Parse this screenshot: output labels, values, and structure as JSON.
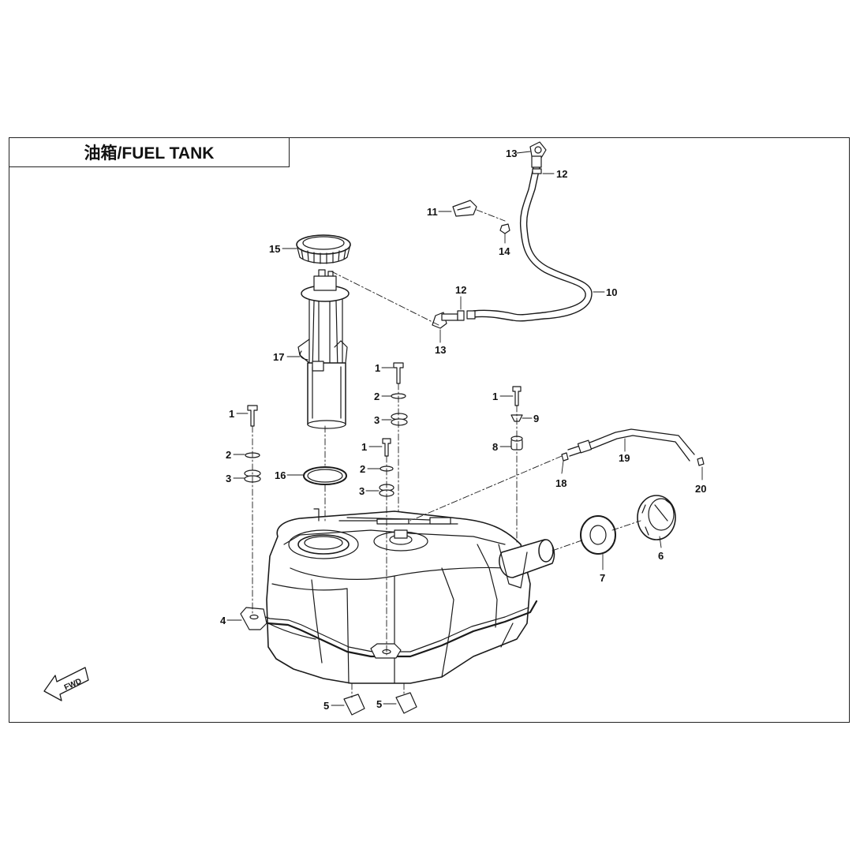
{
  "title": "油箱/FUEL TANK",
  "fwd_label": "FWD",
  "callouts": [
    {
      "id": "c-13-top",
      "label": "13"
    },
    {
      "id": "c-12-top",
      "label": "12"
    },
    {
      "id": "c-11",
      "label": "11"
    },
    {
      "id": "c-14",
      "label": "14"
    },
    {
      "id": "c-15",
      "label": "15"
    },
    {
      "id": "c-12-mid",
      "label": "12"
    },
    {
      "id": "c-10",
      "label": "10"
    },
    {
      "id": "c-13-mid",
      "label": "13"
    },
    {
      "id": "c-17",
      "label": "17"
    },
    {
      "id": "c-1-a",
      "label": "1"
    },
    {
      "id": "c-2-a",
      "label": "2"
    },
    {
      "id": "c-3-a",
      "label": "3"
    },
    {
      "id": "c-1-b",
      "label": "1"
    },
    {
      "id": "c-2-b",
      "label": "2"
    },
    {
      "id": "c-3-b",
      "label": "3"
    },
    {
      "id": "c-1-c",
      "label": "1"
    },
    {
      "id": "c-2-c",
      "label": "2"
    },
    {
      "id": "c-3-c",
      "label": "3"
    },
    {
      "id": "c-1-d",
      "label": "1"
    },
    {
      "id": "c-9",
      "label": "9"
    },
    {
      "id": "c-8",
      "label": "8"
    },
    {
      "id": "c-16",
      "label": "16"
    },
    {
      "id": "c-19",
      "label": "19"
    },
    {
      "id": "c-18",
      "label": "18"
    },
    {
      "id": "c-20",
      "label": "20"
    },
    {
      "id": "c-6",
      "label": "6"
    },
    {
      "id": "c-7",
      "label": "7"
    },
    {
      "id": "c-4",
      "label": "4"
    },
    {
      "id": "c-5-a",
      "label": "5"
    },
    {
      "id": "c-5-b",
      "label": "5"
    }
  ]
}
